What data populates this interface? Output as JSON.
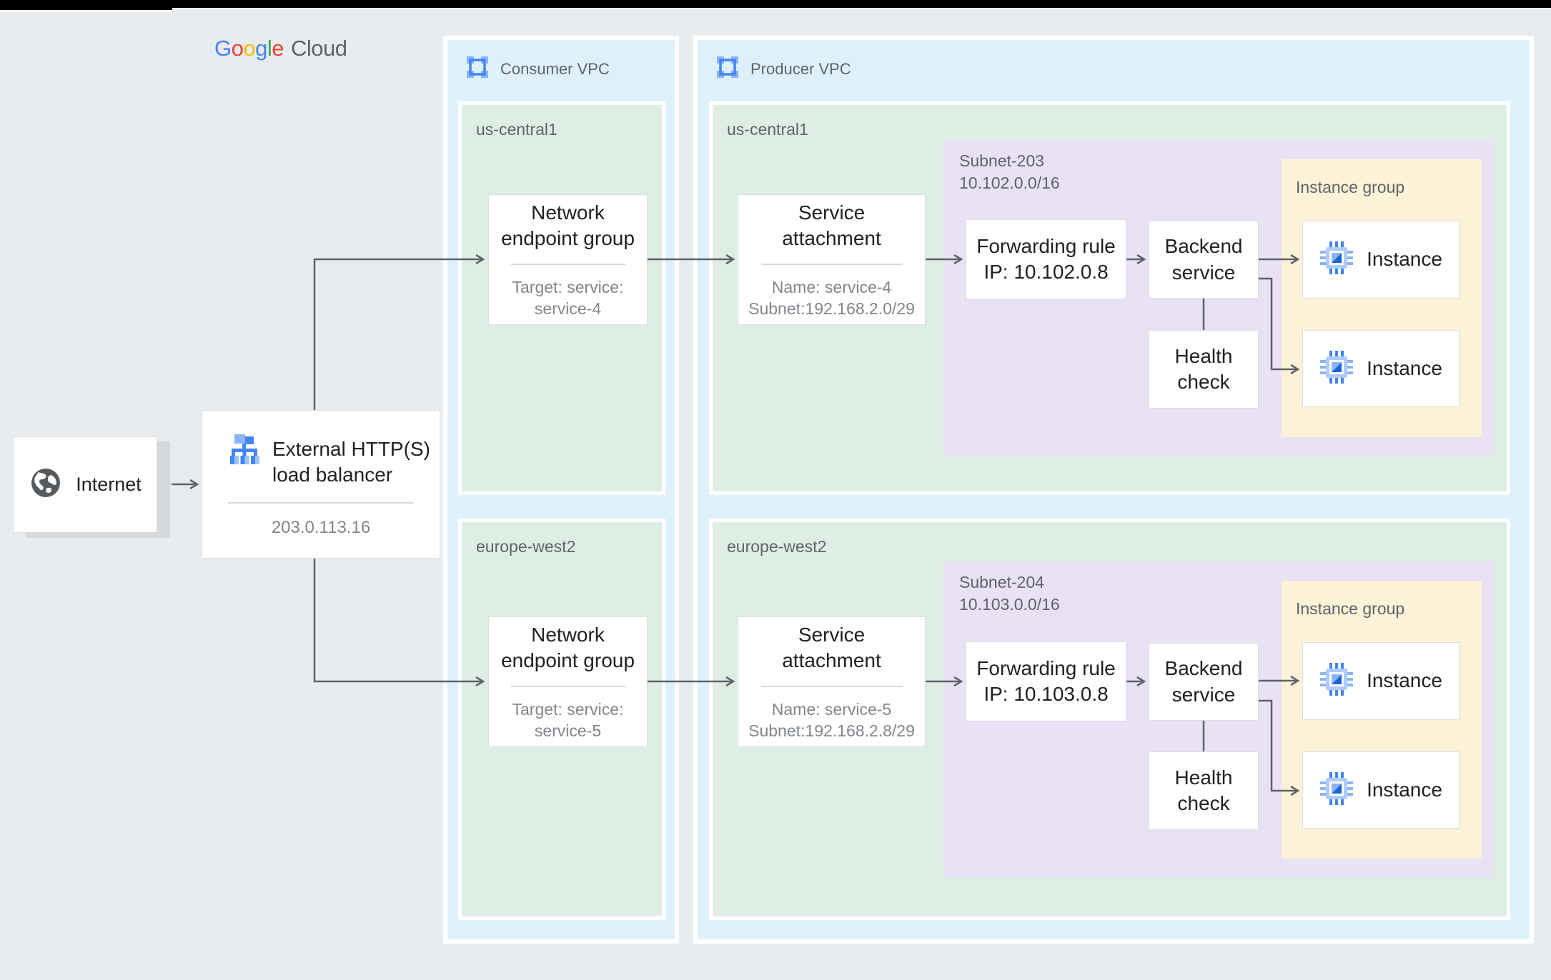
{
  "page": {
    "logo": {
      "letters": [
        {
          "char": "G",
          "style": "color:#4285F4"
        },
        {
          "char": "o",
          "style": "color:#EA4335"
        },
        {
          "char": "o",
          "style": "color:#FBBC05"
        },
        {
          "char": "g",
          "style": "color:#4285F4"
        },
        {
          "char": "l",
          "style": "color:#34A853"
        },
        {
          "char": "e",
          "style": "color:#EA4335"
        }
      ],
      "cloud": "Cloud"
    }
  },
  "internet": {
    "label": "Internet"
  },
  "load_balancer": {
    "title": "External HTTP(S)\nload balancer",
    "ip": "203.0.113.16"
  },
  "consumer_vpc": {
    "label": "Consumer VPC",
    "regions": [
      {
        "name": "us-central1",
        "neg": {
          "title": "Network\nendpoint group",
          "subtitle": "Target: service:\nservice-4"
        }
      },
      {
        "name": "europe-west2",
        "neg": {
          "title": "Network\nendpoint group",
          "subtitle": "Target: service:\nservice-5"
        }
      }
    ]
  },
  "producer_vpc": {
    "label": "Producer VPC",
    "regions": [
      {
        "name": "us-central1",
        "service_attachment": {
          "title": "Service\nattachment",
          "subtitle": "Name: service-4\nSubnet:192.168.2.0/29"
        },
        "subnet_label": "Subnet-203\n10.102.0.0/16",
        "forwarding_rule": "Forwarding rule\nIP: 10.102.0.8",
        "backend_service": "Backend\nservice",
        "health_check": "Health\ncheck",
        "instance_group": {
          "label": "Instance group",
          "instances": [
            "Instance",
            "Instance"
          ]
        }
      },
      {
        "name": "europe-west2",
        "service_attachment": {
          "title": "Service\nattachment",
          "subtitle": "Name: service-5\nSubnet:192.168.2.8/29"
        },
        "subnet_label": "Subnet-204\n10.103.0.0/16",
        "forwarding_rule": "Forwarding rule\nIP: 10.103.0.8",
        "backend_service": "Backend\nservice",
        "health_check": "Health\ncheck",
        "instance_group": {
          "label": "Instance group",
          "instances": [
            "Instance",
            "Instance"
          ]
        }
      }
    ]
  },
  "colors": {
    "google_blue": "#4285F4",
    "light_blue": "#8AB4F8",
    "vpc_fill": "#DEF1FB",
    "region_fill": "#DFEEE5",
    "subnet_fill": "#E8E2F4",
    "instance_group_fill": "#FBF2D7",
    "arrow": "#5F6368",
    "text_primary": "#202124",
    "text_secondary": "#80868B"
  }
}
